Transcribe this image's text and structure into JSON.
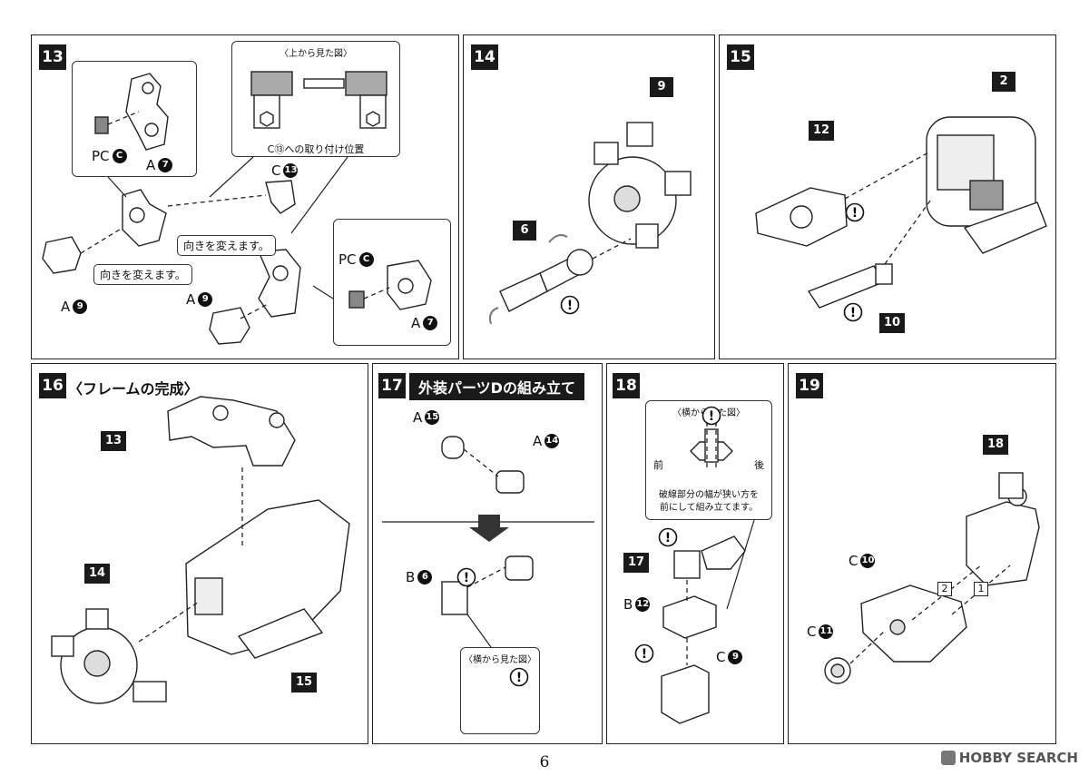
{
  "steps": {
    "s13": {
      "number": "13",
      "inset_top_caption": "〈上から見た図〉",
      "inset_top_note": "C⑬への取り付け位置",
      "note_rotate_1": "向きを変えます。",
      "note_rotate_2": "向きを変えます。",
      "lbl_pc_c_1": "PC",
      "lbl_pc_c_1_sym": "C",
      "lbl_a7_1": "A",
      "lbl_a7_1_sym": "7",
      "lbl_c13": "C",
      "lbl_c13_sym": "13",
      "lbl_a9_1": "A",
      "lbl_a9_1_sym": "9",
      "lbl_a9_2": "A",
      "lbl_a9_2_sym": "9",
      "lbl_pc_c_2": "PC",
      "lbl_pc_c_2_sym": "C",
      "lbl_a7_2": "A",
      "lbl_a7_2_sym": "7"
    },
    "s14": {
      "number": "14",
      "tag_9": "9",
      "tag_6": "6"
    },
    "s15": {
      "number": "15",
      "tag_2": "2",
      "tag_12": "12",
      "tag_10": "10"
    },
    "s16": {
      "number": "16",
      "title": "〈フレームの完成〉",
      "tag_13": "13",
      "tag_14": "14",
      "tag_15": "15"
    },
    "s17": {
      "number": "17",
      "title": "外装パーツDの組み立て",
      "lbl_a15": "A",
      "lbl_a15_sym": "15",
      "lbl_a14": "A",
      "lbl_a14_sym": "14",
      "lbl_b6": "B",
      "lbl_b6_sym": "6",
      "inset_caption": "〈横から見た図〉"
    },
    "s18": {
      "number": "18",
      "inset_caption": "〈横から見た図〉",
      "front": "前",
      "back": "後",
      "instruction_1": "破線部分の幅が狭い方を",
      "instruction_2": "前にして組み立てます。",
      "tag_17": "17",
      "lbl_b12": "B",
      "lbl_b12_sym": "12",
      "lbl_c9": "C",
      "lbl_c9_sym": "9"
    },
    "s19": {
      "number": "19",
      "tag_18": "18",
      "lbl_c10": "C",
      "lbl_c10_sym": "10",
      "lbl_c11": "C",
      "lbl_c11_sym": "11",
      "order_1": "1",
      "order_2": "2"
    }
  },
  "page_number": "6",
  "watermark": "HOBBY SEARCH"
}
